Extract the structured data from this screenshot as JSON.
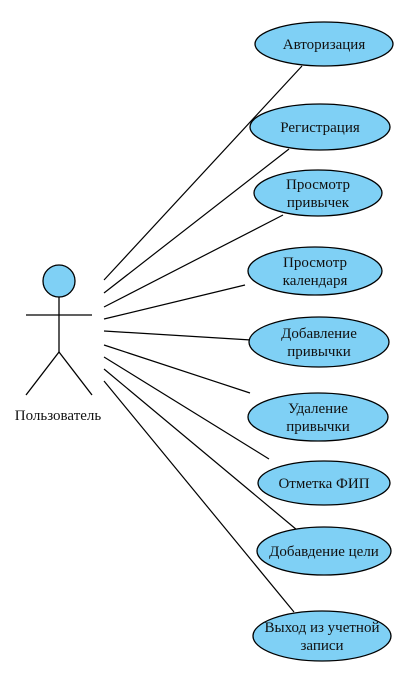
{
  "diagram": {
    "type": "use-case",
    "colors": {
      "actor_fill": "#7fd0f5",
      "use_case_fill": "#7fd0f5",
      "stroke": "#000000",
      "text": "#111111",
      "background": "#ffffff"
    },
    "actor": {
      "label": "Пользователь"
    },
    "use_cases": [
      {
        "id": "auth",
        "lines": [
          "Авторизация"
        ]
      },
      {
        "id": "register",
        "lines": [
          "Регистрация"
        ]
      },
      {
        "id": "view-habits",
        "lines": [
          "Просмотр",
          "привычек"
        ]
      },
      {
        "id": "view-calendar",
        "lines": [
          "Просмотр",
          "календаря"
        ]
      },
      {
        "id": "add-habit",
        "lines": [
          "Добавление",
          "привычки"
        ]
      },
      {
        "id": "delete-habit",
        "lines": [
          "Удаление",
          "привычки"
        ]
      },
      {
        "id": "mark-fip",
        "lines": [
          "Отметка ФИП"
        ]
      },
      {
        "id": "add-goal",
        "lines": [
          "Добавдение цели"
        ]
      },
      {
        "id": "logout",
        "lines": [
          "Выход из учетной",
          "записи"
        ]
      }
    ]
  }
}
